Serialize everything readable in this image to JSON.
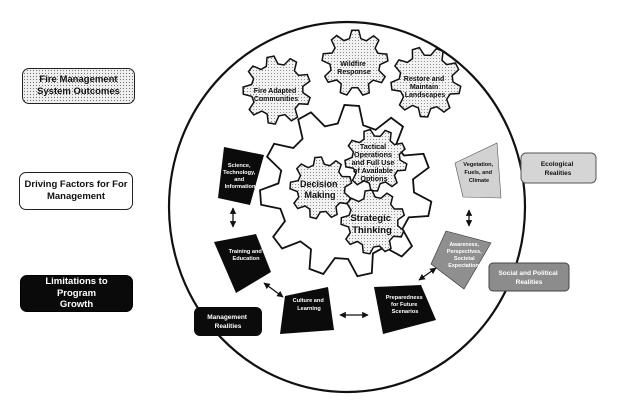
{
  "legend": {
    "system_outcomes": [
      "Fire Management",
      "System Outcomes"
    ],
    "driving_factors": [
      "Driving Factors for For",
      "Management"
    ],
    "limitations": [
      "Limitations to Program",
      "Growth"
    ]
  },
  "outcome_gears": {
    "fire_adapted": [
      "Fire Adapted",
      "Communities"
    ],
    "wildfire_response": [
      "Wildfire",
      "Response"
    ],
    "restore_maintain": [
      "Restore and",
      "Maintain",
      "Landscapes"
    ]
  },
  "inner_gears": {
    "decision_making": [
      "Decision",
      "Making"
    ],
    "tactical": [
      "Tactical",
      "Operations",
      "and Full Use",
      "of Available",
      "Options"
    ],
    "strategic": [
      "Strategic",
      "Thinking"
    ]
  },
  "factors": {
    "science": [
      "Science,",
      "Technology,",
      "and",
      "Information"
    ],
    "training": [
      "Training and",
      "Education"
    ],
    "culture": [
      "Culture and",
      "Learning"
    ],
    "preparedness": [
      "Preparedness",
      "for Future",
      "Scenarios"
    ],
    "awareness": [
      "Awareness,",
      "Perspectives,",
      "Societal",
      "Expectations"
    ],
    "vegetation": [
      "Vegetation,",
      "Fuels, and",
      "Climate"
    ]
  },
  "callouts": {
    "ecological": [
      "Ecological",
      "Realities"
    ],
    "social_political": [
      "Social and Political",
      "Realities"
    ],
    "management": [
      "Management",
      "Realities"
    ]
  }
}
